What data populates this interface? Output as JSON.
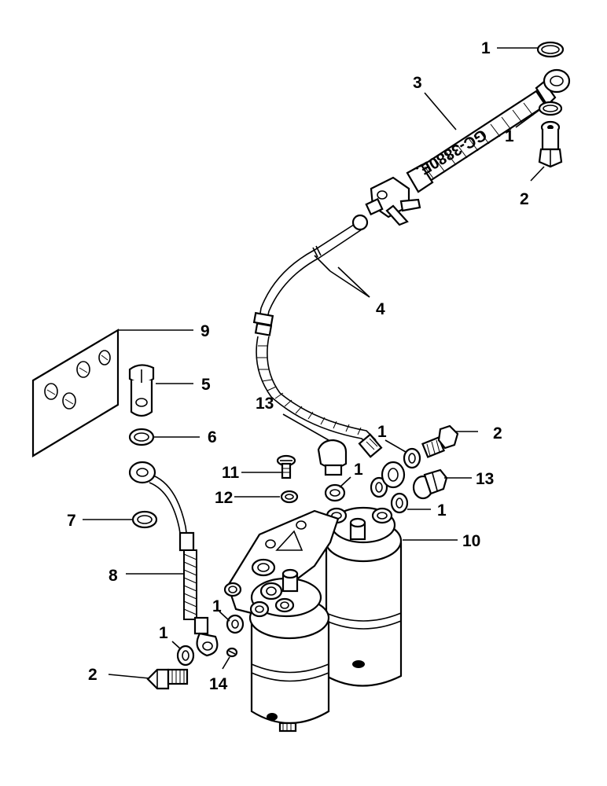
{
  "diagram": {
    "callouts": [
      "1",
      "2",
      "3",
      "4",
      "5",
      "6",
      "7",
      "8",
      "9",
      "10",
      "11",
      "12",
      "13",
      "14"
    ],
    "hose_marking": "GC-3880E."
  }
}
